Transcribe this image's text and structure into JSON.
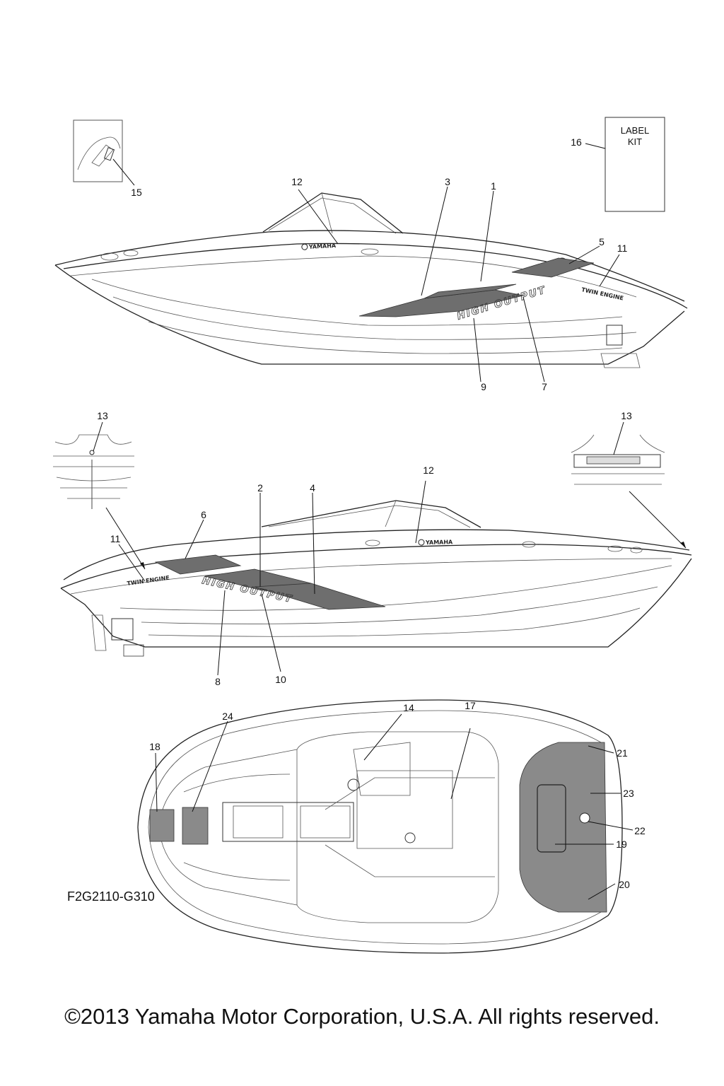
{
  "diagram_code": "F2G2110-G310",
  "copyright": "©2013 Yamaha Motor Corporation, U.S.A. All rights reserved.",
  "label_kit_text": [
    "LABEL",
    "KIT"
  ],
  "decal_texts": {
    "brand": "YAMAHA",
    "engine": "TWIN ENGINE",
    "output": "HIGH OUTPUT"
  },
  "callouts": {
    "c1": "1",
    "c2": "2",
    "c3": "3",
    "c4": "4",
    "c5": "5",
    "c6": "6",
    "c7": "7",
    "c8": "8",
    "c9": "9",
    "c10": "10",
    "c11a": "11",
    "c11b": "11",
    "c12a": "12",
    "c12b": "12",
    "c13a": "13",
    "c13b": "13",
    "c14": "14",
    "c15": "15",
    "c16": "16",
    "c17": "17",
    "c18": "18",
    "c19": "19",
    "c20": "20",
    "c21": "21",
    "c22": "22",
    "c23": "23",
    "c24": "24"
  }
}
